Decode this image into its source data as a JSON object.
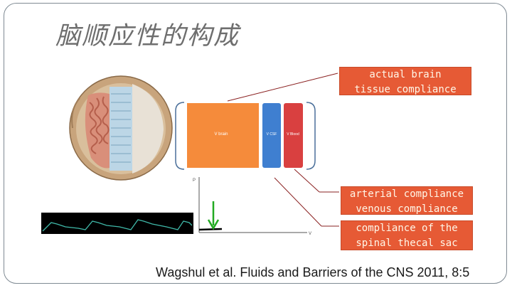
{
  "slide": {
    "title": "脑顺应性的构成",
    "citation": "Wagshul et al. Fluids and Barriers of the CNS 2011, 8:5"
  },
  "model": {
    "compartment_brain": "V brain",
    "compartment_csf": "V CSF",
    "compartment_blood": "V Blood",
    "colors": {
      "brain": "#f58b3b",
      "csf": "#3f7fd0",
      "blood": "#d94040",
      "bracket": "#4a6f9a"
    }
  },
  "labels": {
    "actual_brain": [
      "actual brain",
      "tissue compliance"
    ],
    "arterial_venous": [
      "arterial compliance",
      "venous compliance"
    ],
    "spinal": [
      "compliance of the",
      "spinal thecal sac"
    ],
    "box_color": "#e65a35"
  },
  "pv_plot": {
    "ylabel": "P",
    "xlabel": "V",
    "arrow_color": "#22aa22"
  }
}
